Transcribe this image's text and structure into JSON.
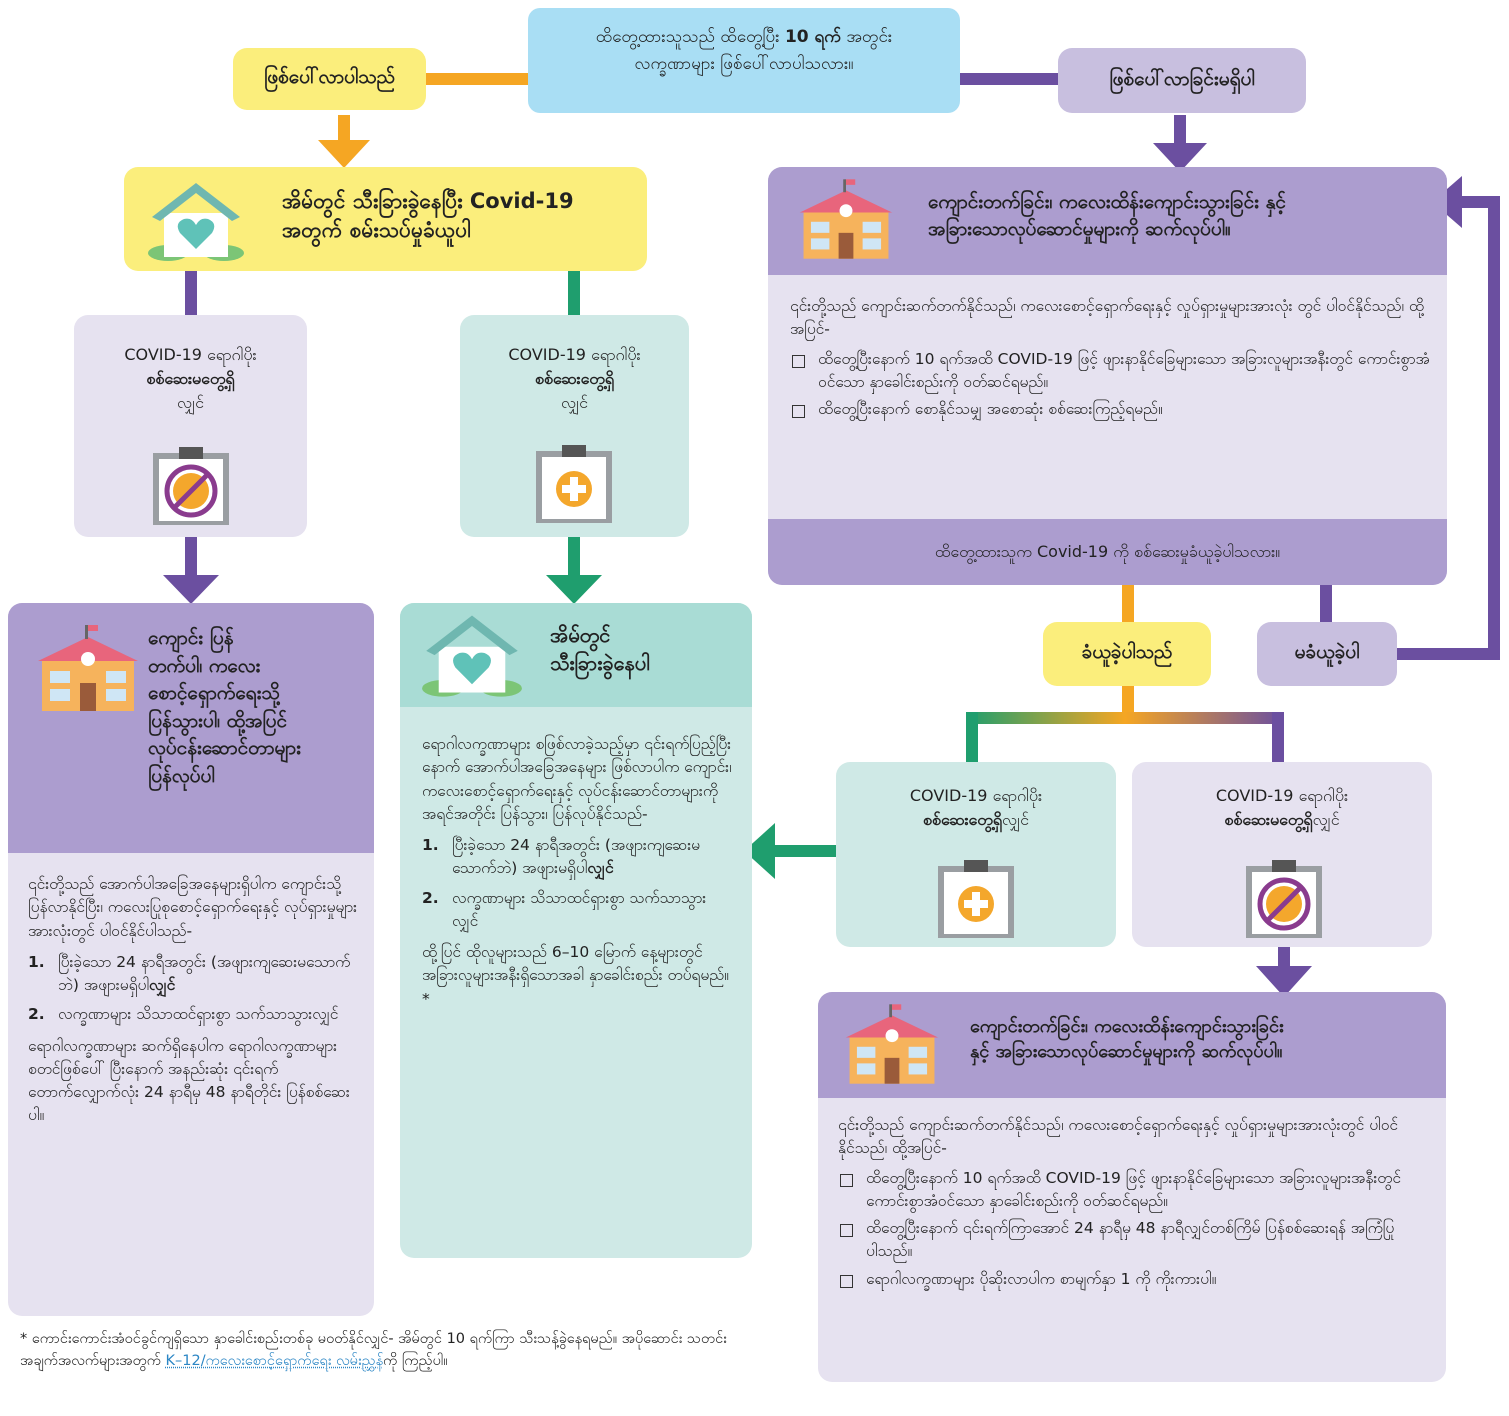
{
  "top_question": {
    "line1_a": "ထိတွေ့ထားသူသည် ထိတွေ့ပြီး",
    "line1_b": "10 ရက်",
    "line1_c": "အတွင်း",
    "line2": "လက္ခဏာများ ဖြစ်ပေါ်လာပါသလား။"
  },
  "yes_label": "ဖြစ်ပေါ်လာပါသည်",
  "no_label": "ဖြစ်ပေါ်လာခြင်းမရှိပါ",
  "quarantine_test": {
    "line1": "အိမ်တွင် သီးခြားခွဲနေပြီး Covid-19",
    "line2": "အတွက် စမ်းသပ်မှုခံယူပါ"
  },
  "neg_box_left": {
    "line1": "COVID-19 ရောဂါပိုး",
    "line2": "စစ်ဆေးမတွေ့ရှိ",
    "line3": "လျှင်"
  },
  "pos_box_left": {
    "line1": "COVID-19 ရောဂါပိုး",
    "line2": "စစ်ဆေးတွေ့ရှိ",
    "line3": "လျှင်"
  },
  "return_card": {
    "title": [
      "ကျောင်း ပြန်",
      "တက်ပါ၊ ကလေး",
      "စောင့်ရှောက်ရေးသို့",
      "ပြန်သွားပါ၊ ထို့အပြင်",
      "လုပ်ငန်းဆောင်တာများ",
      "ပြန်လုပ်ပါ"
    ],
    "intro": "၎င်းတို့သည် အောက်ပါအခြေအနေများရှိပါက ကျောင်းသို့ပြန်လာနိုင်ပြီး၊ ကလေးပြုစုစောင့်ရှောက်ရေးနှင့် လုပ်ရှားမှုများ အားလုံးတွင် ပါဝင်နိုင်ပါသည်-",
    "items": [
      {
        "num": "1.",
        "text": "ပြီးခဲ့သော 24 နာရီအတွင်း (အဖျားကျဆေးမသောက်ဘဲ) အဖျားမရှိပါ",
        "bold": "လျှင်"
      },
      {
        "num": "2.",
        "text": "လက္ခဏာများ သိသာထင်ရှားစွာ သက်သာသွားလျှင်",
        "bold": ""
      }
    ],
    "note": "ရောဂါလက္ခဏာများ ဆက်ရှိနေပါက ရောဂါလက္ခဏာများ စတင်ဖြစ်ပေါ် ပြီးနောက် အနည်းဆုံး ၎င်းရက်တောက်လျှောက်လုံး 24 နာရီမှ 48 နာရီတိုင်း ပြန်စစ်ဆေးပါ။"
  },
  "isolate_card": {
    "title": [
      "အိမ်တွင်",
      "သီးခြားခွဲနေပါ"
    ],
    "intro": "ရောဂါလက္ခဏာများ စဖြစ်လာခဲ့သည့်မှာ ၎င်းရက်ပြည့်ပြီးနောက် အောက်ပါအခြေအနေများ ဖြစ်လာပါက ကျောင်း၊ ကလေးစောင့်ရှောက်ရေးနှင့် လုပ်ငန်းဆောင်တာများကို အရင်အတိုင်း ပြန်သွား၊ ပြန်လုပ်နိုင်သည်-",
    "items": [
      {
        "num": "1.",
        "text": "ပြီးခဲ့သော 24 နာရီအတွင်း (အဖျားကျဆေးမသောက်ဘဲ) အဖျားမရှိပါ",
        "bold": "လျှင်"
      },
      {
        "num": "2.",
        "text": "လက္ခဏာများ သိသာထင်ရှားစွာ သက်သာသွားလျှင်",
        "bold": ""
      }
    ],
    "note": "ထို့ပြင် ထိုလူများသည် 6–10 မြောက် နေ့များတွင် အခြားလူများအနီးရှိသောအခါ နှာခေါင်းစည်း တပ်ရမည်။*"
  },
  "continue_card_top": {
    "title": [
      "ကျောင်းတက်ခြင်း၊ ကလေးထိန်းကျောင်းသွားခြင်း နှင့်",
      "အခြားသောလုပ်ဆောင်မှုများကို ဆက်လုပ်ပါ။"
    ],
    "intro": "၎င်းတို့သည် ကျောင်းဆက်တက်နိုင်သည်၊ ကလေးစောင့်ရှောက်ရေးနှင့် လှုပ်ရှားမှုများအားလုံး တွင် ပါဝင်နိုင်သည်၊ ထို့အပြင်-",
    "bullets": [
      "ထိတွေ့ပြီးနောက် 10 ရက်အထိ COVID-19 ဖြင့် ဖျားနာနိုင်ခြေများသော အခြားလူများအနီးတွင် ကောင်းစွာအံဝင်သော နှာခေါင်းစည်းကို ဝတ်ဆင်ရမည်။",
      "ထိတွေ့ပြီးနောက် စောနိုင်သမျှ အစောဆုံး စစ်ဆေးကြည့်ရမည်။"
    ],
    "question": "ထိတွေ့ထားသူက Covid-19 ကို စစ်ဆေးမှုခံယူခဲ့ပါသလား။"
  },
  "tested_yes": "ခံယူခဲ့ပါသည်",
  "tested_no": "မခံယူခဲ့ပါ",
  "pos_box_right": {
    "line1": "COVID-19 ရောဂါပိုး",
    "line2a": "စစ်ဆေးတွေ့ရှိ",
    "line2b": "လျှင်"
  },
  "neg_box_right": {
    "line1": "COVID-19 ရောဂါပိုး",
    "line2a": "စစ်ဆေးမတွေ့ရှိ",
    "line2b": "လျှင်"
  },
  "continue_card_bottom": {
    "title": [
      "ကျောင်းတက်ခြင်း၊ ကလေးထိန်းကျောင်းသွားခြင်း",
      "နှင့် အခြားသောလုပ်ဆောင်မှုများကို ဆက်လုပ်ပါ။"
    ],
    "intro": "၎င်းတို့သည် ကျောင်းဆက်တက်နိုင်သည်၊ ကလေးစောင့်ရှောက်ရေးနှင့် လှုပ်ရှားမှုများအားလုံးတွင် ပါဝင်နိုင်သည်၊ ထို့အပြင်-",
    "bullets": [
      "ထိတွေ့ပြီးနောက် 10 ရက်အထိ COVID-19 ဖြင့် ဖျားနာနိုင်ခြေများသော အခြားလူများအနီးတွင် ကောင်းစွာအံဝင်သော နှာခေါင်းစည်းကို ဝတ်ဆင်ရမည်။",
      "ထိတွေ့ပြီးနောက် ၎င်းရက်ကြာအောင် 24 နာရီမှ 48 နာရီလျှင်တစ်ကြိမ် ပြန်စစ်ဆေးရန် အကြံပြုပါသည်။",
      "ရောဂါလက္ခဏာများ ပိုဆိုးလာပါက စာမျက်နှာ 1 ကို ကိုးကားပါ။"
    ]
  },
  "footnote": {
    "text": "* ကောင်းကောင်းအံဝင်ခွင်ကျရှိသော နှာခေါင်းစည်းတစ်ခု မဝတ်နိုင်လျှင်- အိမ်တွင် 10 ရက်ကြာ သီးသန့်ခွဲနေရမည်။ အပိုဆောင်း သတင်းအချက်အလက်များအတွက်",
    "link": "K–12/ကလေးစောင့်ရှောက်ရေး လမ်းညွှန်",
    "tail": "ကို ကြည့်ပါ။"
  },
  "colors": {
    "yellow": "#fbee7c",
    "orange": "#f5a623",
    "purple": "#6b4fa0",
    "green": "#1f9e6e",
    "blue": "#a9def4"
  }
}
